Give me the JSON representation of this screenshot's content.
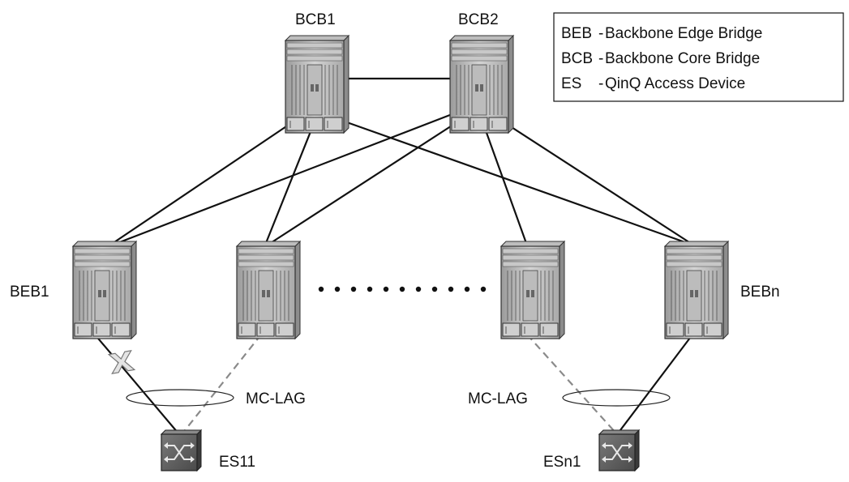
{
  "legend": {
    "items": [
      {
        "abbr": "BEB",
        "sep": "-",
        "text": "Backbone Edge Bridge"
      },
      {
        "abbr": "BCB",
        "sep": "-",
        "text": "Backbone Core Bridge"
      },
      {
        "abbr": "ES",
        "sep": "-",
        "text": "QinQ Access Device"
      }
    ]
  },
  "nodes": {
    "bcb1": {
      "label": "BCB1"
    },
    "bcb2": {
      "label": "BCB2"
    },
    "beb1": {
      "label": "BEB1"
    },
    "beb2": {
      "label": ""
    },
    "beb3": {
      "label": ""
    },
    "bebn": {
      "label": "BEBn"
    },
    "es11": {
      "label": "ES11"
    },
    "esn1": {
      "label": "ESn1"
    }
  },
  "mc_lag_left": {
    "label": "MC-LAG"
  },
  "mc_lag_right": {
    "label": "MC-LAG"
  },
  "links": [
    {
      "from": "bcb1",
      "to": "bcb2",
      "style": "solid"
    },
    {
      "from": "bcb1",
      "to": "beb1",
      "style": "solid"
    },
    {
      "from": "bcb1",
      "to": "beb2",
      "style": "solid"
    },
    {
      "from": "bcb1",
      "to": "bebn",
      "style": "solid"
    },
    {
      "from": "bcb2",
      "to": "beb1",
      "style": "solid"
    },
    {
      "from": "bcb2",
      "to": "beb2",
      "style": "solid"
    },
    {
      "from": "bcb2",
      "to": "beb3",
      "style": "solid"
    },
    {
      "from": "bcb2",
      "to": "bebn",
      "style": "solid"
    },
    {
      "from": "beb1",
      "to": "es11",
      "style": "solid",
      "failed": true
    },
    {
      "from": "beb2",
      "to": "es11",
      "style": "dashed"
    },
    {
      "from": "beb3",
      "to": "esn1",
      "style": "dashed"
    },
    {
      "from": "bebn",
      "to": "esn1",
      "style": "solid"
    }
  ]
}
